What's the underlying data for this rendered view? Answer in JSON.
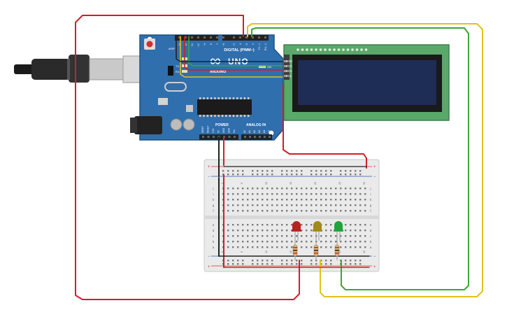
{
  "board": {
    "digital_label": "DIGITAL (PWM~)",
    "brand": "ARDUINO",
    "model": "UNO",
    "logo_text": "∞",
    "power_label": "POWER",
    "analog_label": "ANALOG IN",
    "tx_label": "TX",
    "rx_label": "RX",
    "l_label": "L",
    "on_label": "ON",
    "aref_label": "AREF",
    "digital_pins": [
      "13",
      "12",
      "~11",
      "~10",
      "~9",
      "8",
      "7",
      "~6",
      "~5",
      "4",
      "~3",
      "2",
      "TX→1",
      "RX←0"
    ],
    "power_pins": [
      "IOREF",
      "RESET",
      "3.3V",
      "5V",
      "GND",
      "GND",
      "Vin"
    ],
    "analog_pins": [
      "A0",
      "A1",
      "A2",
      "A3",
      "A4",
      "A5"
    ]
  },
  "lcd": {
    "pins": [
      "GND",
      "VCC",
      "SDA",
      "SCL"
    ]
  },
  "breadboard": {
    "columns": [
      "1",
      "",
      "",
      "",
      "5",
      "",
      "",
      "",
      "",
      "10",
      "",
      "",
      "",
      "",
      "15",
      "",
      "",
      "",
      "",
      "20",
      "",
      "",
      "",
      "",
      "25",
      "",
      "",
      "",
      "",
      "30"
    ],
    "rows_top": [
      "j",
      "i",
      "h",
      "g",
      "f"
    ],
    "rows_bottom": [
      "e",
      "d",
      "c",
      "b",
      "a"
    ],
    "rail_plus": "+",
    "rail_minus": "−"
  },
  "leds": [
    {
      "name": "red-led",
      "color": "#b3231f"
    },
    {
      "name": "yellow-led",
      "color": "#a28a1a"
    },
    {
      "name": "green-led",
      "color": "#22a33a"
    }
  ],
  "colors": {
    "board": "#2f6fae",
    "board_dark": "#21527f",
    "lcd_pcb": "#5aa86a",
    "lcd_screen": "#1e2d55",
    "wire_red": "#d01f26",
    "wire_yellow": "#e4c21a",
    "wire_green": "#3aa832",
    "wire_black": "#222222"
  }
}
